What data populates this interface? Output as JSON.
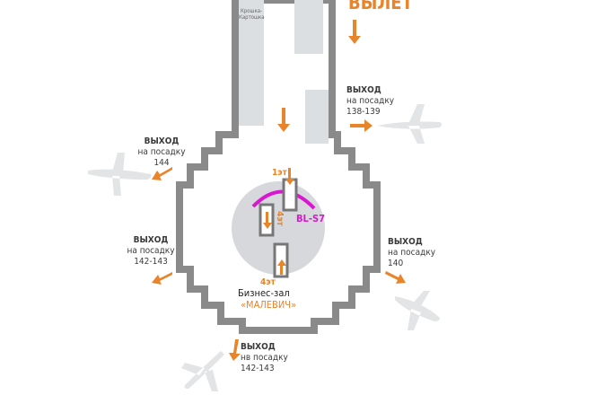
{
  "header": {
    "departure_label": "ВЫЛЕТ"
  },
  "shop": {
    "name": "Крошка-Картошка"
  },
  "gates": [
    {
      "title": "ВЫХОД",
      "sub": "на посадку",
      "number": "138-139"
    },
    {
      "title": "ВЫХОД",
      "sub": "на посадку",
      "number": "144"
    },
    {
      "title": "ВЫХОД",
      "sub": "на посадку",
      "number": "142-143"
    },
    {
      "title": "ВЫХОД",
      "sub": "на посадку",
      "number": "140"
    },
    {
      "title": "ВЫХОД",
      "sub": "нв посадку",
      "number": "142-143"
    }
  ],
  "hub": {
    "floor1": "1эт",
    "floor4a": "4эт",
    "floor4b": "4эт",
    "zone": "BL-S7"
  },
  "lounge": {
    "title": "Бизнес-зал",
    "name": "«МАЛЕВИЧ»"
  },
  "colors": {
    "orange": "#e8842a",
    "magenta": "#d916d0",
    "wall": "#8a8a8a",
    "floor": "#dcdfe2"
  }
}
